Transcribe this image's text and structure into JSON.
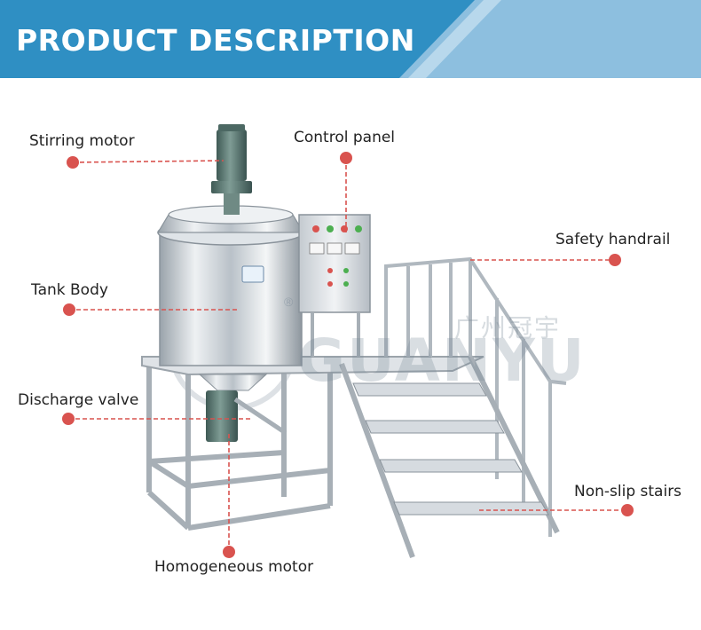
{
  "header": {
    "title": "PRODUCT DESCRIPTION",
    "colors": {
      "dark": "#2f8fc3",
      "light": "#8dbfdf",
      "accent": "#d9534f"
    }
  },
  "watermark": {
    "brand": "GUANYU",
    "chinese": "广州冠宇",
    "mark": "®"
  },
  "callouts": {
    "stirring_motor": "Stirring motor",
    "control_panel": "Control panel",
    "safety_handrail": "Safety handrail",
    "tank_body": "Tank Body",
    "discharge_valve": "Discharge valve",
    "non_slip_stairs": "Non-slip stairs",
    "homogeneous_motor": "Homogeneous motor"
  }
}
